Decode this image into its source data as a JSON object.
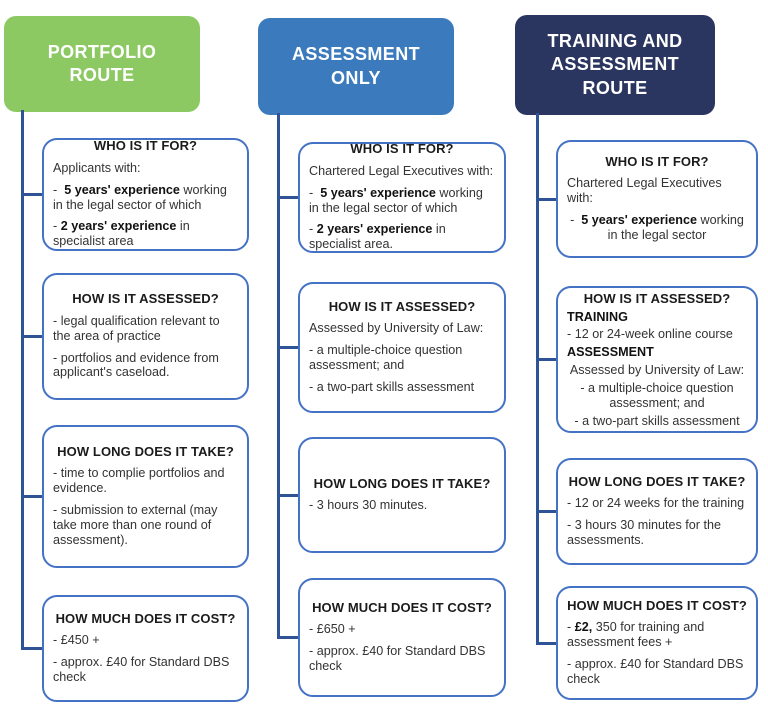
{
  "colors": {
    "portfolio_header_bg": "#8DC963",
    "assessment_header_bg": "#3B7BBD",
    "training_header_bg": "#2B3660",
    "box_border": "#4472C4",
    "connector": "#2F5496",
    "header_text": "#ffffff",
    "body_text": "#333333"
  },
  "columns": [
    {
      "id": "portfolio-route",
      "header": {
        "label": "PORTFOLIO ROUTE",
        "bg": "#8DC963"
      },
      "boxes": [
        {
          "title": "WHO IS IT FOR?",
          "lines": [
            {
              "segments": [
                {
                  "text": "Applicants with:"
                }
              ]
            },
            {
              "segments": [
                {
                  "text": "-  "
                },
                {
                  "text": "5 years' experience",
                  "bold": true
                },
                {
                  "text": " working in the legal sector of which"
                }
              ]
            },
            {
              "segments": [
                {
                  "text": "- "
                },
                {
                  "text": "2 years' experience",
                  "bold": true
                },
                {
                  "text": " in specialist area"
                }
              ]
            }
          ]
        },
        {
          "title": "HOW IS IT ASSESSED?",
          "lines": [
            {
              "segments": [
                {
                  "text": "- legal qualification relevant to the area of practice"
                }
              ]
            },
            {
              "segments": [
                {
                  "text": "- portfolios and evidence from applicant's caseload."
                }
              ]
            }
          ]
        },
        {
          "title": "HOW LONG DOES IT TAKE?",
          "lines": [
            {
              "segments": [
                {
                  "text": "- time to complie portfolios and evidence."
                }
              ]
            },
            {
              "segments": [
                {
                  "text": "- submission to external (may take more than one round of assessment)."
                }
              ]
            }
          ]
        },
        {
          "title": "HOW MUCH DOES IT COST?",
          "lines": [
            {
              "segments": [
                {
                  "text": "- £450 +"
                }
              ]
            },
            {
              "segments": [
                {
                  "text": "- approx. £40 for Standard DBS check"
                }
              ]
            }
          ]
        }
      ]
    },
    {
      "id": "assessment-only",
      "header": {
        "label": "ASSESSMENT ONLY",
        "bg": "#3B7BBD"
      },
      "boxes": [
        {
          "title": "WHO IS IT FOR?",
          "lines": [
            {
              "segments": [
                {
                  "text": "Chartered Legal Executives with:"
                }
              ]
            },
            {
              "segments": [
                {
                  "text": "-  "
                },
                {
                  "text": "5 years' experience",
                  "bold": true
                },
                {
                  "text": " working in the legal sector of which"
                }
              ]
            },
            {
              "segments": [
                {
                  "text": "- "
                },
                {
                  "text": "2 years' experience",
                  "bold": true
                },
                {
                  "text": " in specialist area."
                }
              ]
            }
          ]
        },
        {
          "title": "HOW IS IT ASSESSED?",
          "lines": [
            {
              "segments": [
                {
                  "text": "Assessed by University of Law:"
                }
              ]
            },
            {
              "segments": [
                {
                  "text": "- a multiple-choice question assessment; and"
                }
              ]
            },
            {
              "segments": [
                {
                  "text": "- a two-part skills assessment"
                }
              ]
            }
          ]
        },
        {
          "title": "HOW LONG DOES IT TAKE?",
          "lines": [
            {
              "segments": [
                {
                  "text": "- 3 hours 30 minutes."
                }
              ]
            }
          ]
        },
        {
          "title": "HOW MUCH DOES IT COST?",
          "lines": [
            {
              "segments": [
                {
                  "text": "- £650 +"
                }
              ]
            },
            {
              "segments": [
                {
                  "text": "- approx. £40 for Standard DBS check"
                }
              ]
            }
          ]
        }
      ]
    },
    {
      "id": "training-and-assessment-route",
      "header": {
        "label": "TRAINING AND ASSESSMENT ROUTE",
        "bg": "#2B3660"
      },
      "boxes": [
        {
          "title": "WHO IS IT FOR?",
          "lines": [
            {
              "segments": [
                {
                  "text": "Chartered Legal Executives with:"
                }
              ]
            },
            {
              "align": "center",
              "segments": [
                {
                  "text": "-  "
                },
                {
                  "text": "5 years' experience",
                  "bold": true
                },
                {
                  "text": " working in the legal sector"
                }
              ]
            }
          ]
        },
        {
          "title": "HOW IS IT ASSESSED?",
          "lines": [
            {
              "segments": [
                {
                  "text": "TRAINING",
                  "bold": true
                }
              ]
            },
            {
              "segments": [
                {
                  "text": "- 12 or 24-week online course"
                }
              ]
            },
            {
              "segments": [
                {
                  "text": "ASSESSMENT",
                  "bold": true
                }
              ]
            },
            {
              "align": "center",
              "segments": [
                {
                  "text": "Assessed by University of Law:"
                }
              ]
            },
            {
              "align": "center",
              "segments": [
                {
                  "text": "- a multiple-choice question assessment; and"
                }
              ]
            },
            {
              "align": "center",
              "segments": [
                {
                  "text": "- a two-part skills assessment"
                }
              ]
            }
          ]
        },
        {
          "title": "HOW LONG DOES IT TAKE?",
          "lines": [
            {
              "segments": [
                {
                  "text": "- 12 or 24 weeks for the training"
                }
              ]
            },
            {
              "segments": [
                {
                  "text": "- 3 hours 30 minutes for the assessments."
                }
              ]
            }
          ]
        },
        {
          "title": "HOW MUCH DOES IT COST?",
          "lines": [
            {
              "segments": [
                {
                  "text": "- "
                },
                {
                  "text": "£2,",
                  "bold": true
                },
                {
                  "text": " 350 for training and assessment fees +"
                }
              ]
            },
            {
              "segments": [
                {
                  "text": "- approx. £40 for Standard DBS check"
                }
              ]
            }
          ]
        }
      ]
    }
  ]
}
